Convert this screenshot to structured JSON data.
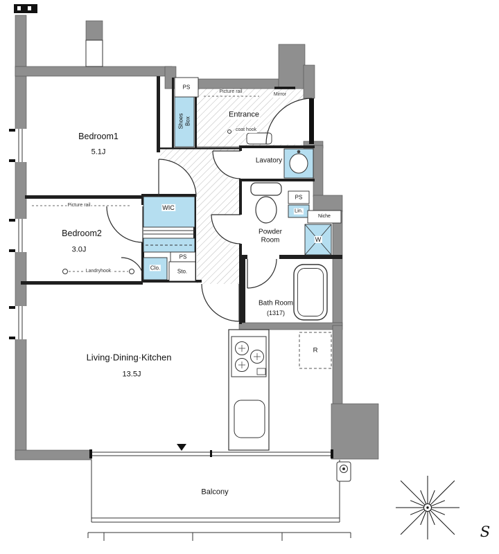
{
  "rooms": {
    "bedroom1": {
      "name": "Bedroom1",
      "area": "5.1J"
    },
    "bedroom2": {
      "name": "Bedroom2",
      "area": "3.0J"
    },
    "ldk": {
      "name": "Living·Dining·Kitchen",
      "area": "13.5J"
    },
    "entrance": {
      "name": "Entrance"
    },
    "lavatory": {
      "name": "Lavatory"
    },
    "powder_room": {
      "name": "Powder Room"
    },
    "bath_room": {
      "name": "Bath Room",
      "size": "(1317)"
    },
    "wic": {
      "name": "WIC"
    },
    "balcony": {
      "name": "Balcony"
    }
  },
  "fixtures": {
    "shoes_box": "Shoes Box",
    "closet": "Clo.",
    "storage": "Sto.",
    "linen": "Lin.",
    "washer": "W",
    "refrigerator": "R",
    "niche": "Niche"
  },
  "annotations": {
    "ps": "PS",
    "picture_rail": "Picture rail",
    "mirror": "Mirror",
    "coat_hook": "coat hook",
    "laundry_hook": "Landryhook",
    "compass_s": "S"
  },
  "colors": {
    "wall_gray": "#8f8f8f",
    "fixture_blue": "#b5def0",
    "hatch_gray": "#bfbfbf"
  }
}
